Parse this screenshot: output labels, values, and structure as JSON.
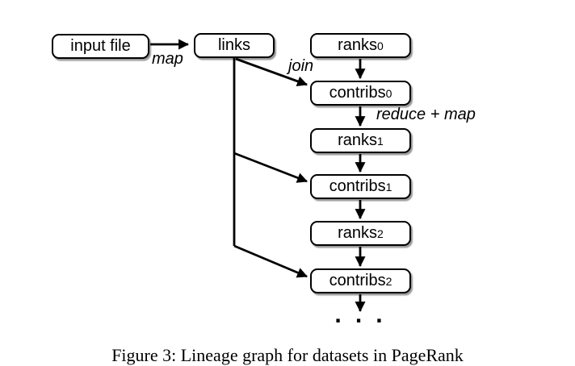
{
  "figure": {
    "caption": "Figure 3: Lineage graph for datasets in PageRank",
    "ellipsis": ". . ."
  },
  "nodes": {
    "input_file": {
      "label": "input file",
      "sub": ""
    },
    "links": {
      "label": "links",
      "sub": ""
    },
    "ranks0": {
      "label": "ranks",
      "sub": "0"
    },
    "contribs0": {
      "label": "contribs",
      "sub": "0"
    },
    "ranks1": {
      "label": "ranks",
      "sub": "1"
    },
    "contribs1": {
      "label": "contribs",
      "sub": "1"
    },
    "ranks2": {
      "label": "ranks",
      "sub": "2"
    },
    "contribs2": {
      "label": "contribs",
      "sub": "2"
    }
  },
  "edge_labels": {
    "map": "map",
    "join": "join",
    "reduce_map": "reduce + map"
  },
  "colors": {
    "line": "#000000",
    "box_fill": "#ffffff",
    "box_border": "#000000",
    "background": "#ffffff"
  }
}
